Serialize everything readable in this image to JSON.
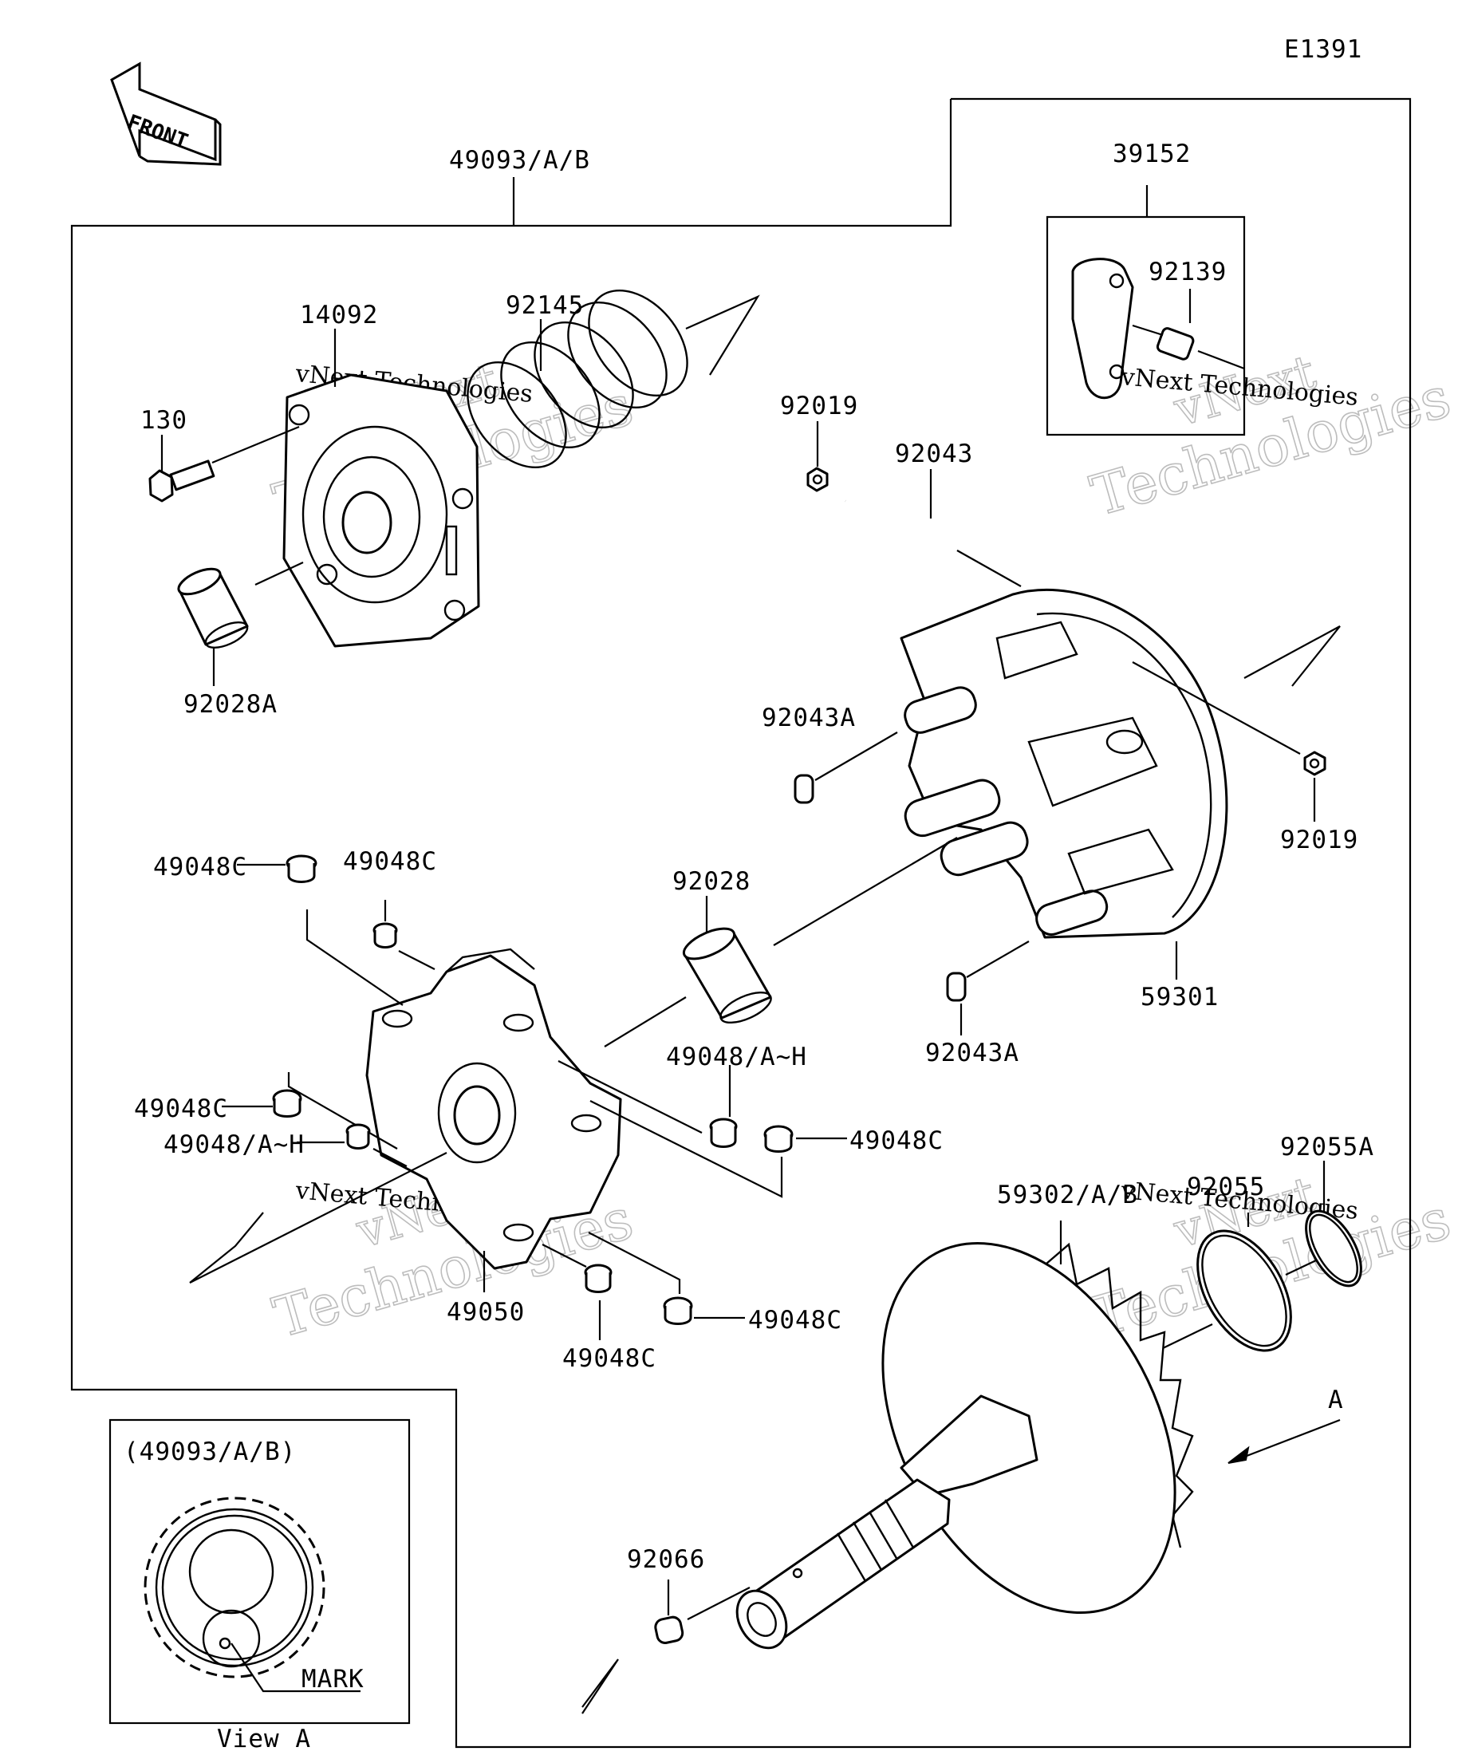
{
  "diagram": {
    "code": "E1391",
    "front_arrow_label": "FRONT",
    "view_label": "View A",
    "view_arrow_label": "A",
    "inset_title": "(49093/A/B)",
    "inset_mark_label": "MARK",
    "watermark": {
      "brand_line1": "vNext",
      "brand_line2": "Technologies",
      "brand_full": "vNext Technologies"
    },
    "parts": [
      {
        "id": "p-49093",
        "number": "49093/A/B"
      },
      {
        "id": "p-39152",
        "number": "39152"
      },
      {
        "id": "p-92139",
        "number": "92139"
      },
      {
        "id": "p-14092",
        "number": "14092"
      },
      {
        "id": "p-92145",
        "number": "92145"
      },
      {
        "id": "p-130",
        "number": "130"
      },
      {
        "id": "p-92028A",
        "number": "92028A"
      },
      {
        "id": "p-92019-top",
        "number": "92019"
      },
      {
        "id": "p-92043",
        "number": "92043"
      },
      {
        "id": "p-92043A-top",
        "number": "92043A"
      },
      {
        "id": "p-92019-right",
        "number": "92019"
      },
      {
        "id": "p-49048C-1",
        "number": "49048C"
      },
      {
        "id": "p-49048C-2",
        "number": "49048C"
      },
      {
        "id": "p-92028",
        "number": "92028"
      },
      {
        "id": "p-59301",
        "number": "59301"
      },
      {
        "id": "p-92043A-bottom",
        "number": "92043A"
      },
      {
        "id": "p-49048AH-right",
        "number": "49048/A~H"
      },
      {
        "id": "p-49048C-3",
        "number": "49048C"
      },
      {
        "id": "p-49048AH-left",
        "number": "49048/A~H"
      },
      {
        "id": "p-49048C-4",
        "number": "49048C"
      },
      {
        "id": "p-92055A",
        "number": "92055A"
      },
      {
        "id": "p-92055",
        "number": "92055"
      },
      {
        "id": "p-59302",
        "number": "59302/A/B"
      },
      {
        "id": "p-49050",
        "number": "49050"
      },
      {
        "id": "p-49048C-5",
        "number": "49048C"
      },
      {
        "id": "p-49048C-6",
        "number": "49048C"
      },
      {
        "id": "p-92066",
        "number": "92066"
      }
    ]
  }
}
